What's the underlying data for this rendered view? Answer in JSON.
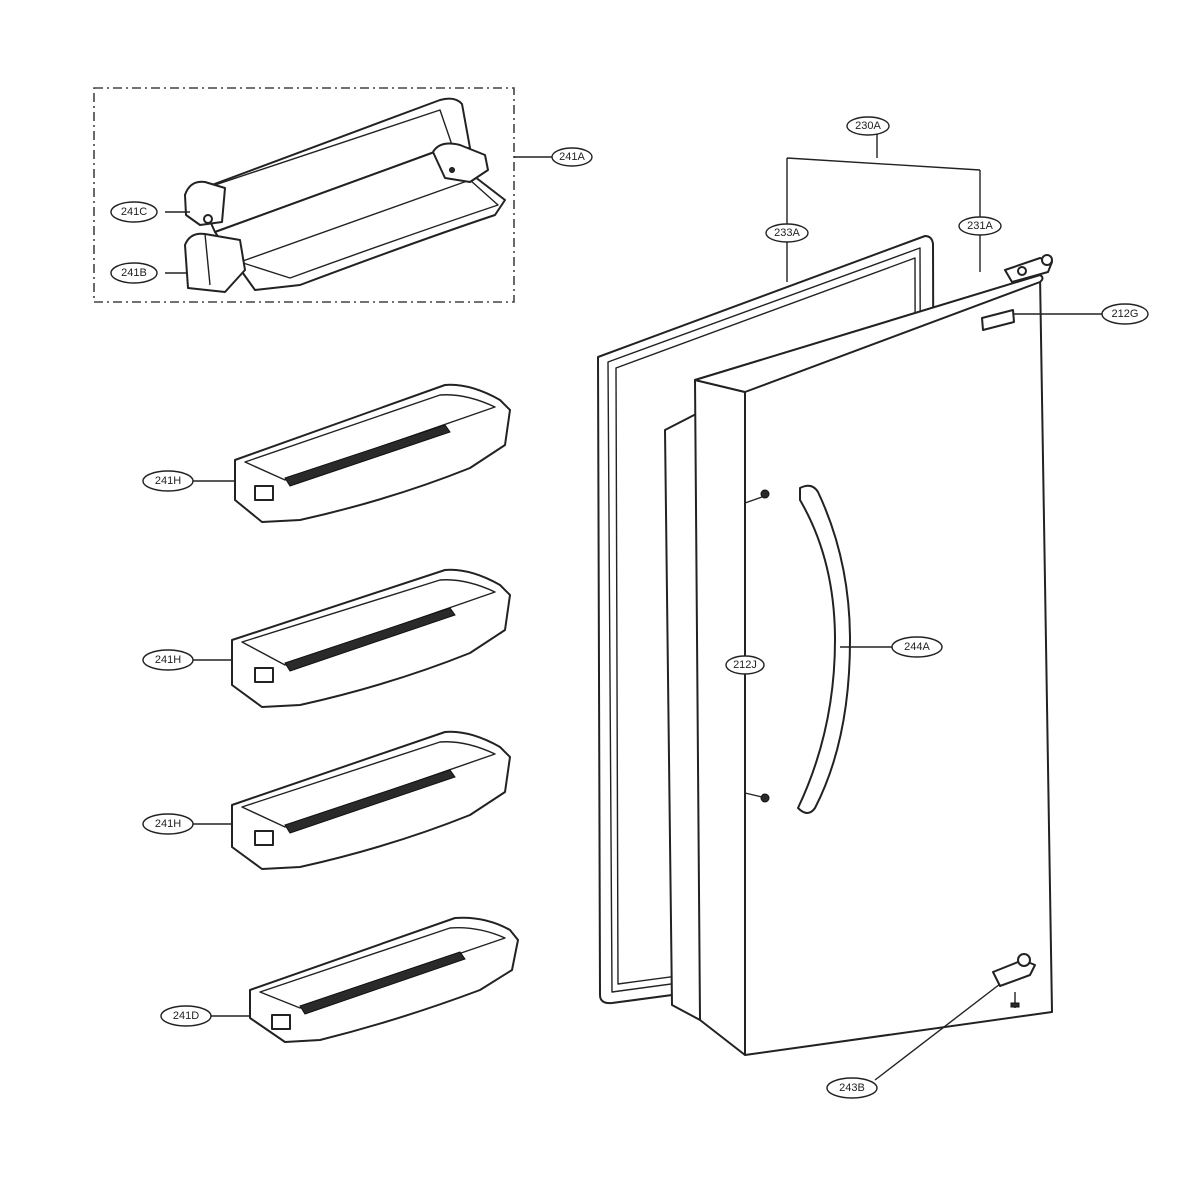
{
  "callouts": {
    "c241A": "241A",
    "c241C": "241C",
    "c241B": "241B",
    "c230A": "230A",
    "c233A": "233A",
    "c231A": "231A",
    "c212G": "212G",
    "c241H_1": "241H",
    "c241H_2": "241H",
    "c241H_3": "241H",
    "c241D": "241D",
    "c244A": "244A",
    "c212J": "212J",
    "c243B": "243B"
  },
  "colors": {
    "line": "#222222",
    "background": "#ffffff"
  }
}
